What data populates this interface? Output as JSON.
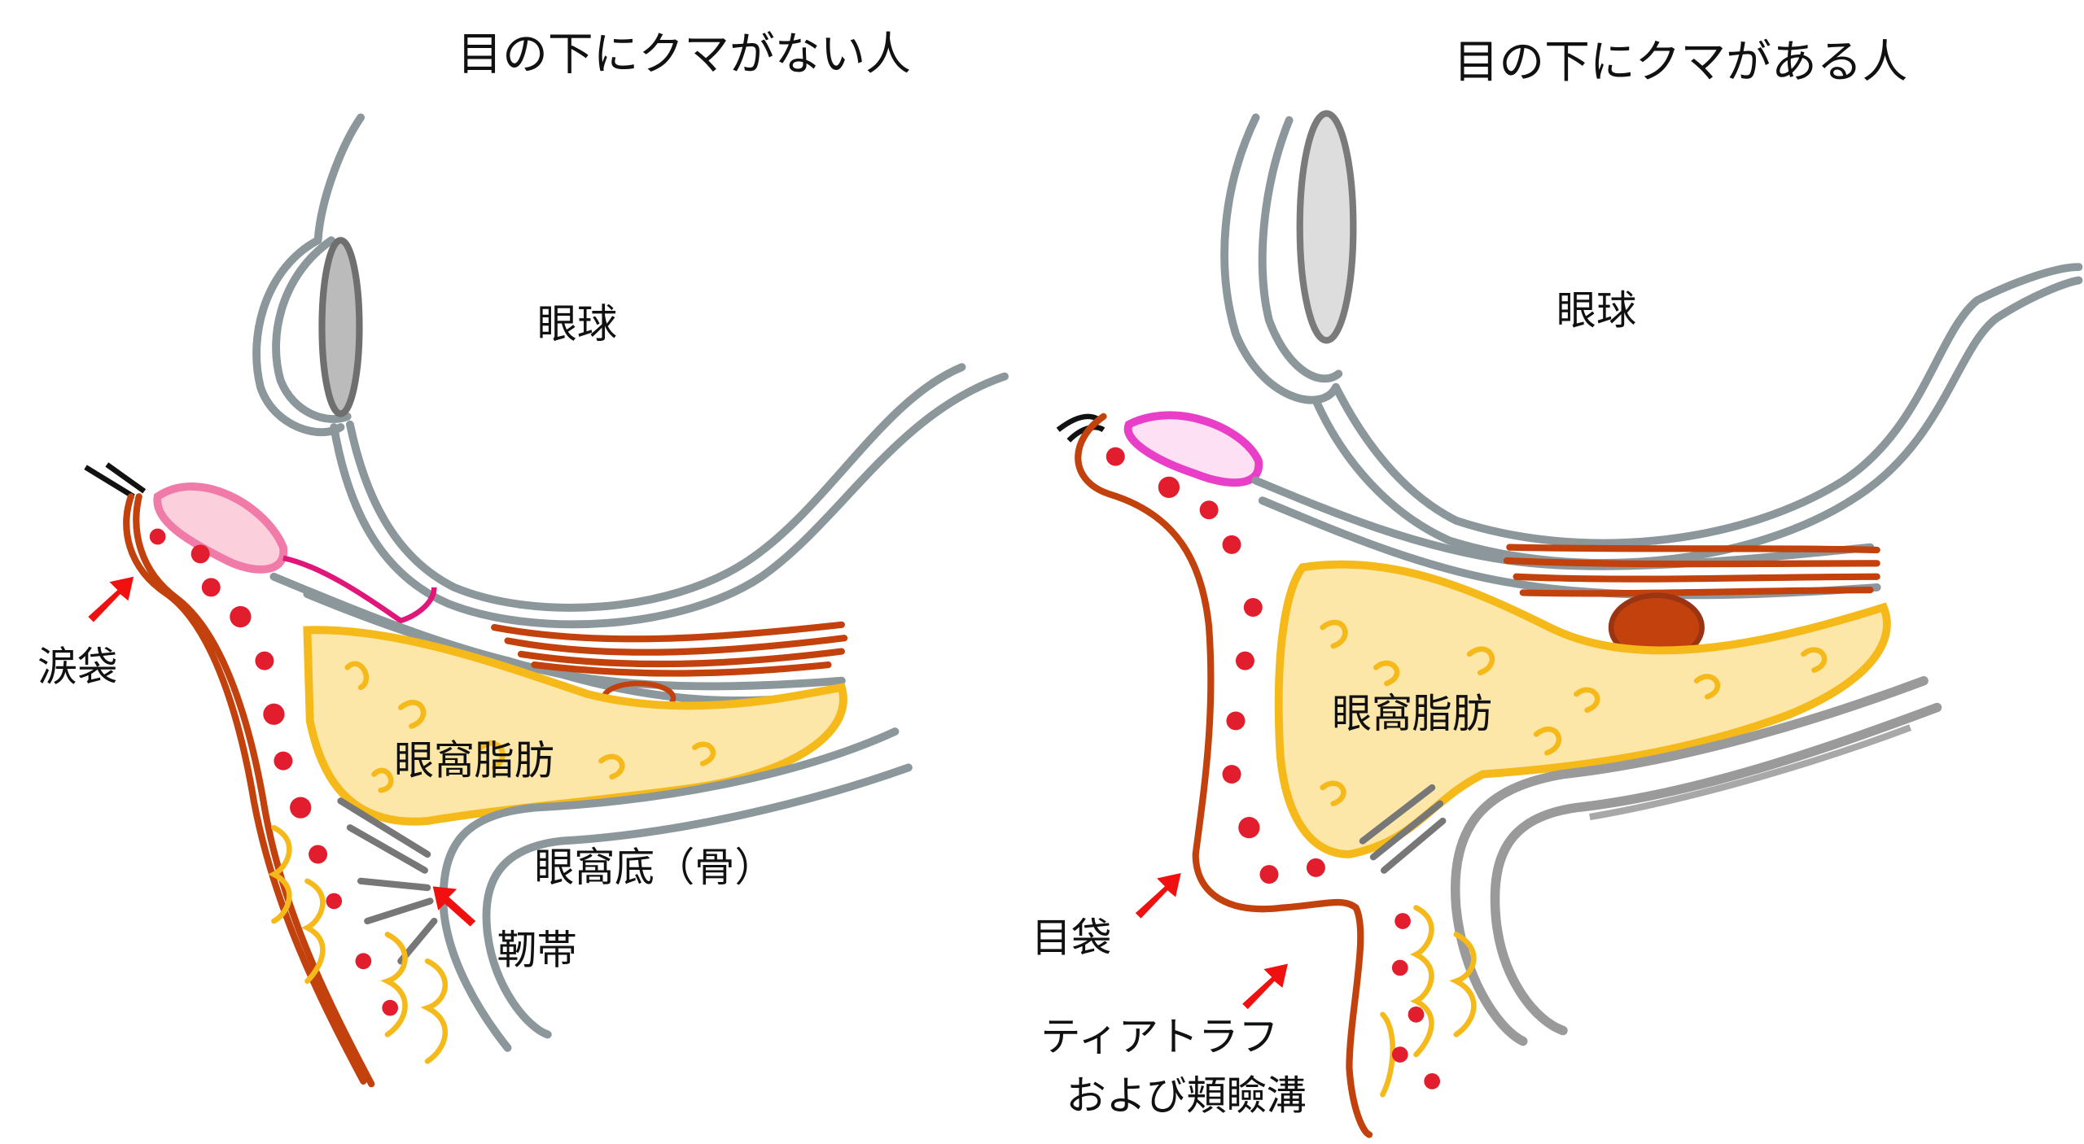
{
  "left_panel": {
    "title": "目の下にクマがない人",
    "labels": {
      "eyeball": "眼球",
      "tear_trough_bag": "涙袋",
      "orbital_fat": "眼窩脂肪",
      "orbital_floor": "眼窩底（骨）",
      "ligament": "靭帯"
    }
  },
  "right_panel": {
    "title": "目の下にクマがある人",
    "labels": {
      "eyeball": "眼球",
      "orbital_fat": "眼窩脂肪",
      "eye_bag": "目袋",
      "tear_trough": "ティアトラフ",
      "lid_cheek_groove": "および頬瞼溝"
    }
  },
  "colors": {
    "bone_gray": "#8c979b",
    "skin_line": "#c2410c",
    "fat_yellow": "#f6b91a",
    "dots_red": "#e11d2e",
    "arrow_red": "#f01010",
    "muscle_pink": "#f07aa8"
  }
}
